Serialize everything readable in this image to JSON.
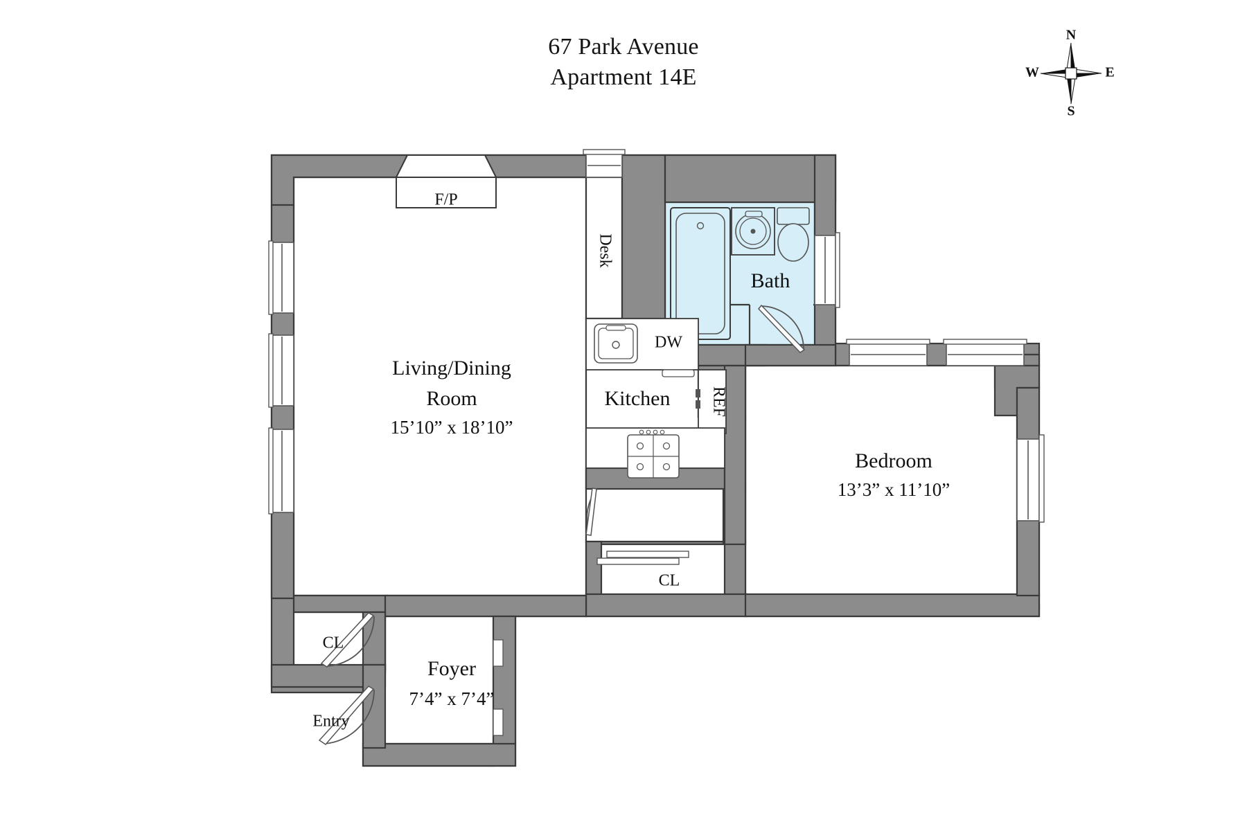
{
  "document": {
    "type": "floor-plan",
    "title_line_1": "67 Park Avenue",
    "title_line_2": "Apartment 14E"
  },
  "compass": {
    "name": "compass-rose",
    "north": "N",
    "south": "S",
    "east": "E",
    "west": "W"
  },
  "colors": {
    "wall_fill": "#8c8c8c",
    "wall_stroke": "#3a3a3a",
    "floor_fill": "#ffffff",
    "bath_fill": "#d5eef7",
    "fixture_stroke": "#555555",
    "text": "#111111",
    "page_background": "#ffffff"
  },
  "rooms": [
    {
      "id": "living-dining",
      "label": "Living/Dining",
      "label_line_2": "Room",
      "dimensions": "15’10” x 18’10”"
    },
    {
      "id": "bedroom",
      "label": "Bedroom",
      "dimensions": "13’3” x 11’10”"
    },
    {
      "id": "foyer",
      "label": "Foyer",
      "dimensions": "7’4” x 7’4”"
    },
    {
      "id": "kitchen",
      "label": "Kitchen",
      "dimensions": ""
    },
    {
      "id": "bath",
      "label": "Bath",
      "dimensions": ""
    }
  ],
  "annotations": {
    "fireplace": "F/P",
    "desk": "Desk",
    "dishwasher": "DW",
    "refrigerator": "REF",
    "closet_foyer": "CL",
    "closet_hall": "CL",
    "entry": "Entry"
  },
  "fixtures": [
    {
      "name": "bathtub",
      "room": "bath"
    },
    {
      "name": "bathroom-sink",
      "room": "bath"
    },
    {
      "name": "toilet",
      "room": "bath"
    },
    {
      "name": "kitchen-sink",
      "room": "kitchen"
    },
    {
      "name": "range-cooktop",
      "room": "kitchen"
    },
    {
      "name": "dishwasher",
      "room": "kitchen"
    },
    {
      "name": "refrigerator",
      "room": "kitchen"
    },
    {
      "name": "fireplace-hearth",
      "room": "living-dining"
    },
    {
      "name": "desk-nook",
      "room": "living-dining"
    }
  ],
  "windows": [
    {
      "name": "window-living-west-1",
      "wall": "west"
    },
    {
      "name": "window-living-west-2",
      "wall": "west"
    },
    {
      "name": "window-living-west-3",
      "wall": "west"
    },
    {
      "name": "window-desk-north",
      "wall": "north"
    },
    {
      "name": "window-bath-east",
      "wall": "east"
    },
    {
      "name": "window-bedroom-north-1",
      "wall": "north"
    },
    {
      "name": "window-bedroom-north-2",
      "wall": "north"
    },
    {
      "name": "window-bedroom-east",
      "wall": "east"
    }
  ],
  "doors": [
    {
      "name": "door-entry",
      "type": "swing"
    },
    {
      "name": "door-foyer-closet",
      "type": "swing"
    },
    {
      "name": "door-kitchen",
      "type": "swing"
    },
    {
      "name": "door-bath",
      "type": "swing"
    },
    {
      "name": "door-hall-closet",
      "type": "sliding"
    }
  ]
}
